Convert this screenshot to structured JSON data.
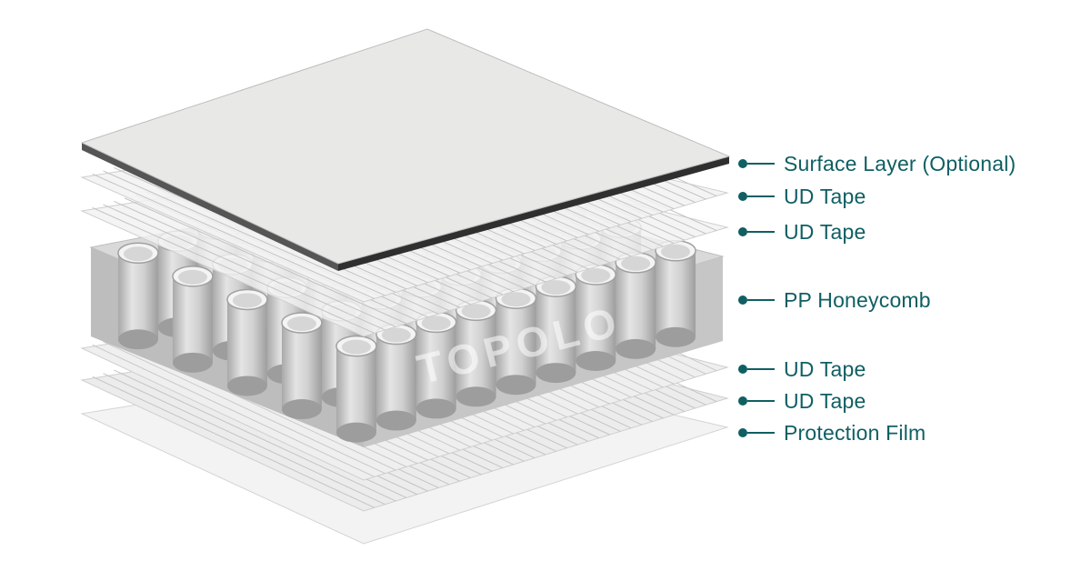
{
  "colors": {
    "accent": "#0f5f63",
    "surface_layer": "#e8e9e6",
    "surface_edge": "#3a3a3a",
    "honeycomb": "#c8c8c8",
    "tape": "#ececec"
  },
  "diagram": {
    "watermark": "TOPOLO",
    "layers": [
      {
        "id": "surface",
        "label": "Surface Layer (Optional)"
      },
      {
        "id": "ud1",
        "label": "UD Tape"
      },
      {
        "id": "ud2",
        "label": "UD Tape"
      },
      {
        "id": "core",
        "label": "PP Honeycomb"
      },
      {
        "id": "ud3",
        "label": "UD Tape"
      },
      {
        "id": "ud4",
        "label": "UD Tape"
      },
      {
        "id": "film",
        "label": "Protection Film"
      }
    ]
  }
}
